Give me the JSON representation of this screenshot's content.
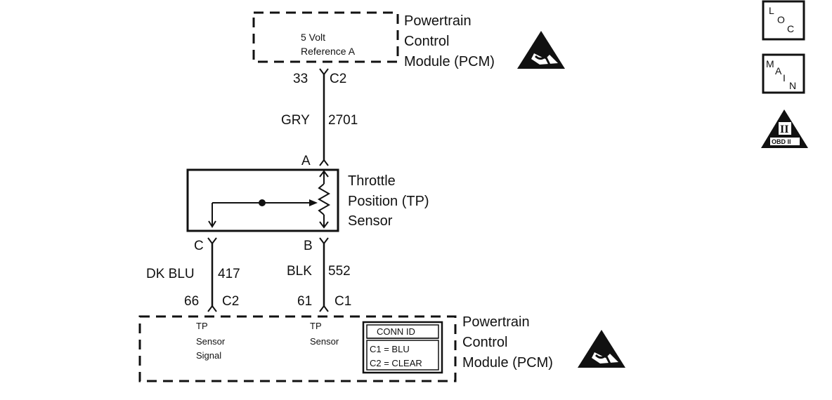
{
  "pcm_top": {
    "label_lines": [
      "Powertrain",
      "Control",
      "Module (PCM)"
    ],
    "inner_label_lines": [
      "5 Volt",
      "Reference A"
    ],
    "pin": "33",
    "connector": "C2",
    "esd_icon": "esd-warning-icon"
  },
  "wire_ref": {
    "color": "GRY",
    "circuit": "2701"
  },
  "tp_sensor": {
    "label_lines": [
      "Throttle",
      "Position (TP)",
      "Sensor"
    ],
    "pin_a": "A",
    "pin_b": "B",
    "pin_c": "C"
  },
  "wire_signal": {
    "color": "DK BLU",
    "circuit": "417",
    "pcm_pin": "66",
    "connector": "C2"
  },
  "wire_ground": {
    "color": "BLK",
    "circuit": "552",
    "pcm_pin": "61",
    "connector": "C1"
  },
  "pcm_bottom": {
    "label_lines": [
      "Powertrain",
      "Control",
      "Module (PCM)"
    ],
    "signal_label_lines": [
      "TP",
      "Sensor",
      "Signal"
    ],
    "ground_label_lines": [
      "TP",
      "Sensor"
    ],
    "conn_id": {
      "title": "CONN ID",
      "lines": [
        "C1 = BLU",
        "C2 = CLEAR"
      ]
    },
    "esd_icon": "esd-warning-icon"
  },
  "side_icons": {
    "loc": {
      "letters": [
        "L",
        "O",
        "C"
      ],
      "icon": "locator-icon"
    },
    "main": {
      "letters": [
        "M",
        "A",
        "I",
        "N"
      ],
      "icon": "main-icon"
    },
    "obd": {
      "numeral": "II",
      "label": "OBD II",
      "icon": "obd-ii-icon"
    }
  }
}
